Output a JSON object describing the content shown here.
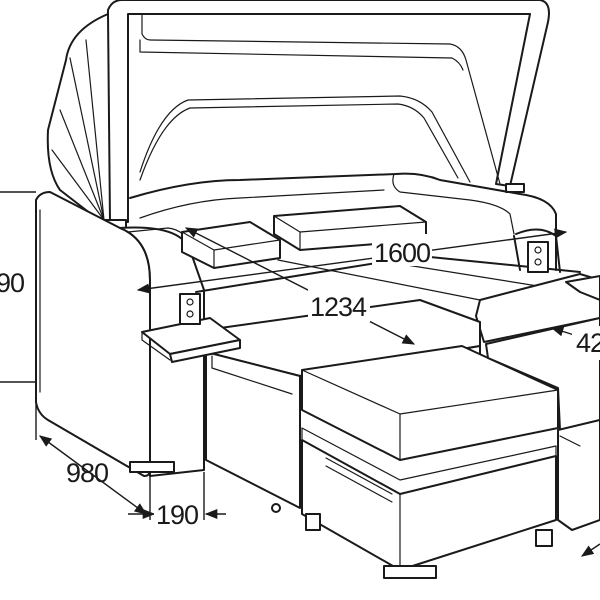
{
  "dimensions": {
    "height_partial": "90",
    "depth": "980",
    "armrest_width": "190",
    "overall_width": "1600",
    "seat_width": "1234",
    "side_partial": "42"
  },
  "colors": {
    "line": "#1a1a1a",
    "background": "#ffffff"
  }
}
